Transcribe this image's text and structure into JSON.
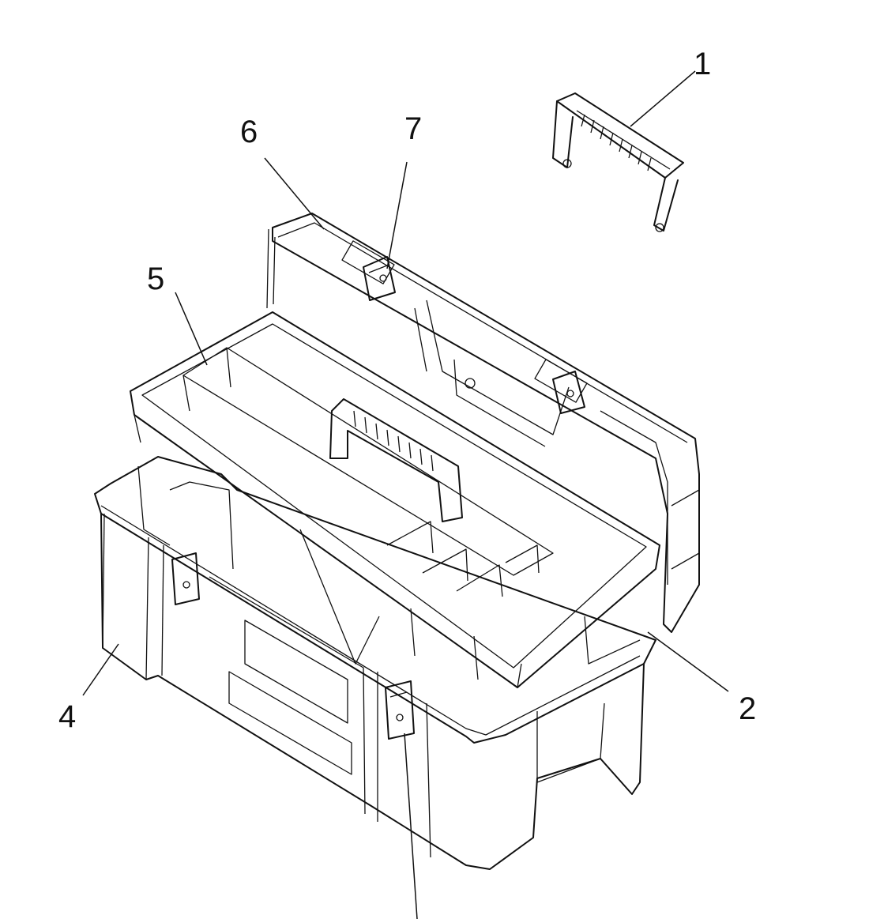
{
  "callouts": {
    "handle": "1",
    "hinge_side": "2",
    "base_body": "4",
    "tray": "5",
    "lid": "6",
    "lid_latch": "7"
  }
}
